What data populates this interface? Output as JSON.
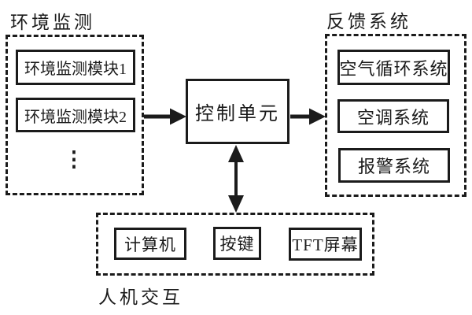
{
  "diagram_title": "",
  "colors": {
    "line": "#1b1b1b",
    "background": "#ffffff"
  },
  "groups": {
    "environment": {
      "label": "环境监测",
      "modules": [
        "环境监测模块1",
        "环境监测模块2"
      ],
      "ellipsis": "⋮"
    },
    "feedback": {
      "label": "反馈系统",
      "modules": [
        "空气循环系统",
        "空调系统",
        "报警系统"
      ]
    },
    "hmi": {
      "label": "人机交互",
      "modules": [
        "计算机",
        "按键",
        "TFT屏幕"
      ]
    }
  },
  "control_unit": {
    "label": "控制单元"
  },
  "connections": [
    {
      "from": "environment",
      "to": "control_unit",
      "direction": "one-way"
    },
    {
      "from": "control_unit",
      "to": "feedback",
      "direction": "one-way"
    },
    {
      "from": "control_unit",
      "to": "hmi",
      "direction": "two-way"
    }
  ]
}
